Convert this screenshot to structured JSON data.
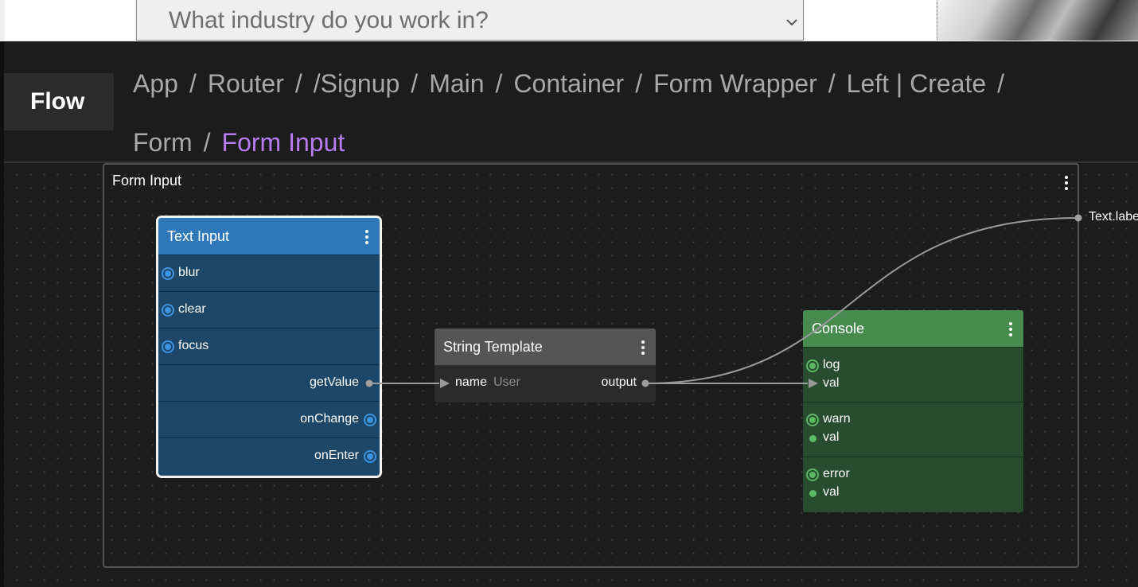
{
  "app_preview": {
    "industry_select": {
      "placeholder": "What industry do you work in?"
    }
  },
  "header": {
    "tag": "Flow",
    "breadcrumb": [
      "App",
      "Router",
      "/Signup",
      "Main",
      "Container",
      "Form Wrapper",
      "Left | Create",
      "Form",
      "Form Input"
    ],
    "separator": "/"
  },
  "canvas": {
    "group_title": "Form Input",
    "nodes": {
      "text_input": {
        "title": "Text Input",
        "inputs": [
          "blur",
          "clear",
          "focus"
        ],
        "outputs": [
          "getValue",
          "onChange",
          "onEnter"
        ]
      },
      "string_template": {
        "title": "String Template",
        "input_label": "name",
        "input_value": "User",
        "output_label": "output"
      },
      "console": {
        "title": "Console",
        "groups": [
          {
            "signal": "log",
            "param": "val"
          },
          {
            "signal": "warn",
            "param": "val"
          },
          {
            "signal": "error",
            "param": "val"
          }
        ]
      }
    },
    "external_output": "Text.label"
  },
  "colors": {
    "accent_purple": "#b57bf1",
    "text_input_head": "#2f79bb",
    "console_head": "#478b4f",
    "template_head": "#555555"
  }
}
